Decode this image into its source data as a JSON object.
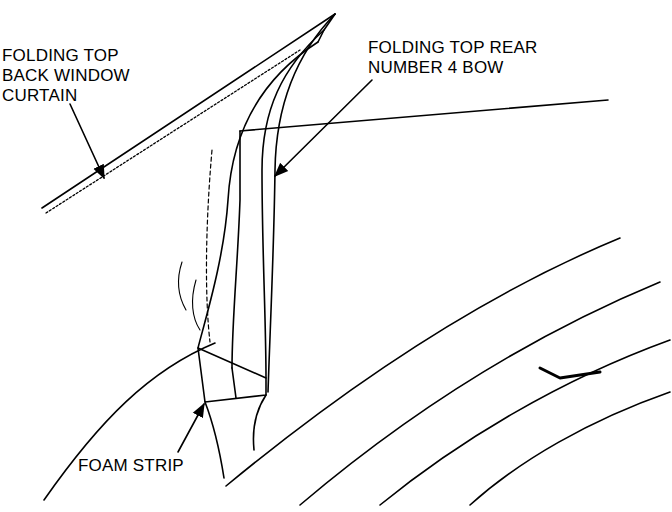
{
  "diagram": {
    "labels": [
      "FOLDING TOP BACK WINDOW CURTAIN",
      "FOLDING TOP REAR NUMBER 4 BOW",
      "FOAM STRIP"
    ]
  }
}
